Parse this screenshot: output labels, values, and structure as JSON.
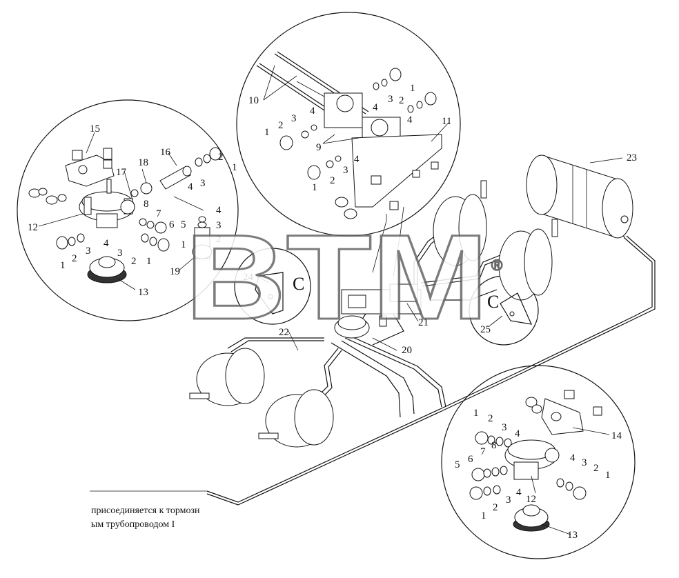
{
  "watermark": {
    "text": "BTM",
    "mark": "®"
  },
  "note": {
    "line1": "присоединяется к тормозн",
    "line2": "ым трубопроводом  I"
  },
  "clip_letter": "С",
  "callouts": {
    "c1": "1",
    "c2": "2",
    "c3": "3",
    "c4": "4",
    "c5": "5",
    "c6": "6",
    "c7": "7",
    "c8": "8",
    "c9": "9",
    "c10": "10",
    "c11": "11",
    "c12": "12",
    "c13": "13",
    "c14": "14",
    "c15": "15",
    "c16": "16",
    "c17": "17",
    "c18": "18",
    "c19": "19",
    "c20": "20",
    "c21": "21",
    "c22": "22",
    "c23": "23",
    "c24": "24",
    "c25": "25"
  }
}
